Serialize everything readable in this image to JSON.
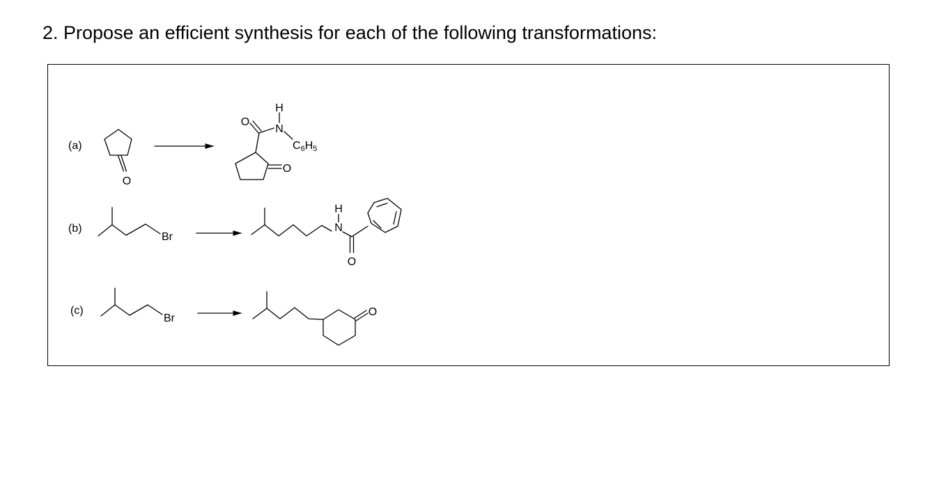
{
  "question": {
    "text": "2. Propose an efficient synthesis for each of the following transformations:"
  },
  "parts": [
    {
      "label": "(a)",
      "reactant": {
        "atom_labels": [
          "O"
        ]
      },
      "product": {
        "atom_labels": [
          "O",
          "H",
          "N",
          "C6H5",
          "O"
        ]
      }
    },
    {
      "label": "(b)",
      "reactant": {
        "atom_labels": [
          "Br"
        ]
      },
      "product": {
        "atom_labels": [
          "H",
          "N",
          "O"
        ]
      }
    },
    {
      "label": "(c)",
      "reactant": {
        "atom_labels": [
          "Br"
        ]
      },
      "product": {
        "atom_labels": [
          "O"
        ]
      }
    }
  ]
}
